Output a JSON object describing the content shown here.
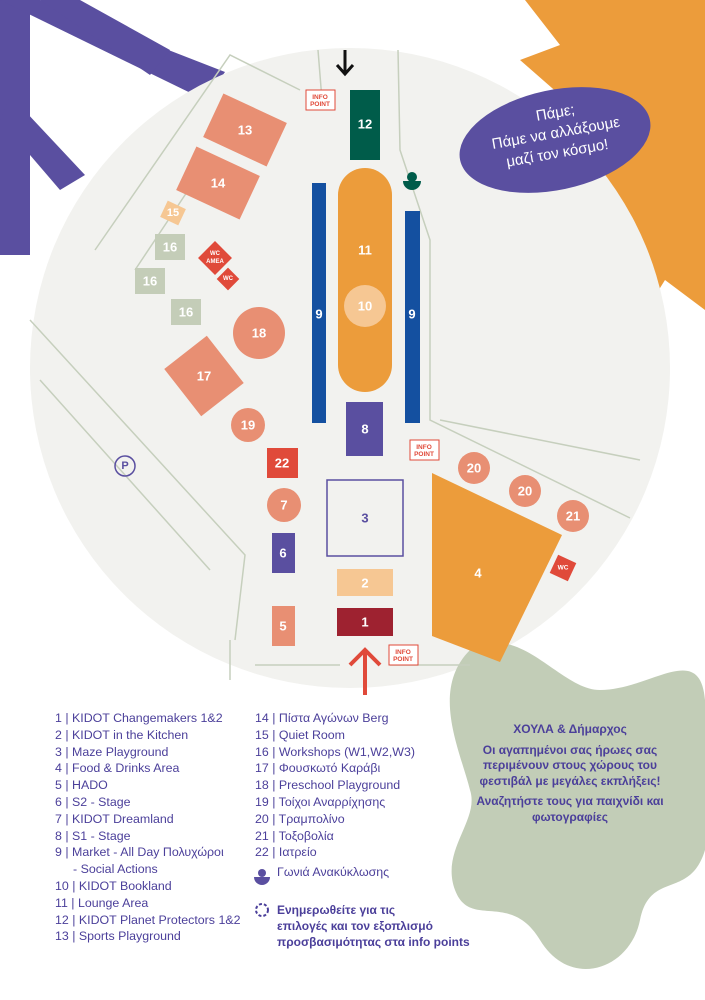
{
  "colors": {
    "purple": "#5a4fa0",
    "orange": "#ec9c3b",
    "salmon": "#e88f73",
    "red": "#e04a3a",
    "darkred": "#9e2230",
    "green": "#005c4a",
    "blue": "#1450a0",
    "sage": "#c4cdb8",
    "peach": "#f6c793",
    "ground": "#f2f2ef"
  },
  "bubble": {
    "line1": "Πάμε;",
    "line2": "Πάμε να αλλάξουμε",
    "line3": "μαζί τον κόσμο!"
  },
  "map": {
    "info_point": [
      "INFO",
      "POINT"
    ],
    "wc": "WC",
    "wc_amea": [
      "WC",
      "AMEA"
    ],
    "parking": "P",
    "zones": {
      "z1": "1",
      "z2": "2",
      "z3": "3",
      "z4": "4",
      "z5": "5",
      "z6": "6",
      "z7": "7",
      "z8": "8",
      "z9": "9",
      "z10": "10",
      "z11": "11",
      "z12": "12",
      "z13": "13",
      "z14": "14",
      "z15": "15",
      "z16": "16",
      "z17": "17",
      "z18": "18",
      "z19": "19",
      "z20": "20",
      "z21": "21",
      "z22": "22"
    },
    "icons": [
      "entrance-arrow-icon",
      "recycling-icon",
      "parking-icon",
      "info-point-icon",
      "wc-icon"
    ]
  },
  "legend": {
    "col1": [
      "1 | KIDOT Changemakers 1&2",
      "2 | KIDOT in the Kitchen",
      "3 | Maze Playground",
      "4 | Food & Drinks Area",
      "5 | HADO",
      "6 | S2 - Stage",
      "7 | KIDOT Dreamland",
      "8 | S1 - Stage",
      "9 | Market - All Day Πολυχώροι",
      "    - Social Actions",
      "10 | KIDOT Bookland",
      "11 | Lounge Area",
      "12 | KIDOT Planet Protectors 1&2",
      "13 | Sports Playground"
    ],
    "col2": [
      "14 | Πίστα Αγώνων Berg",
      "15 | Quiet Room",
      "16 | Workshops (W1,W2,W3)",
      "17 | Φουσκωτό Καράβι",
      "18 | Preschool Playground",
      "19 | Τοίχοι Αναρρίχησης",
      "20 | Τραμπολίνο",
      "21 | Τοξοβολία",
      "22 | Ιατρείο"
    ],
    "recycling": "Γωνιά Ανακύκλωσης",
    "accessibility": [
      "Ενημερωθείτε για τις",
      "επιλογές και τον εξοπλισμό",
      "προσβασιμότητας στα info points"
    ]
  },
  "promo": {
    "title": "ΧΟΥΛΑ & Δήμαρχος",
    "body": "Οι αγαπημένοι σας ήρωες σας περιμένουν στους χώρους του φεστιβάλ με μεγάλες εκπλήξεις!",
    "cta": "Αναζητήστε τους για παιχνίδι και φωτογραφίες"
  }
}
